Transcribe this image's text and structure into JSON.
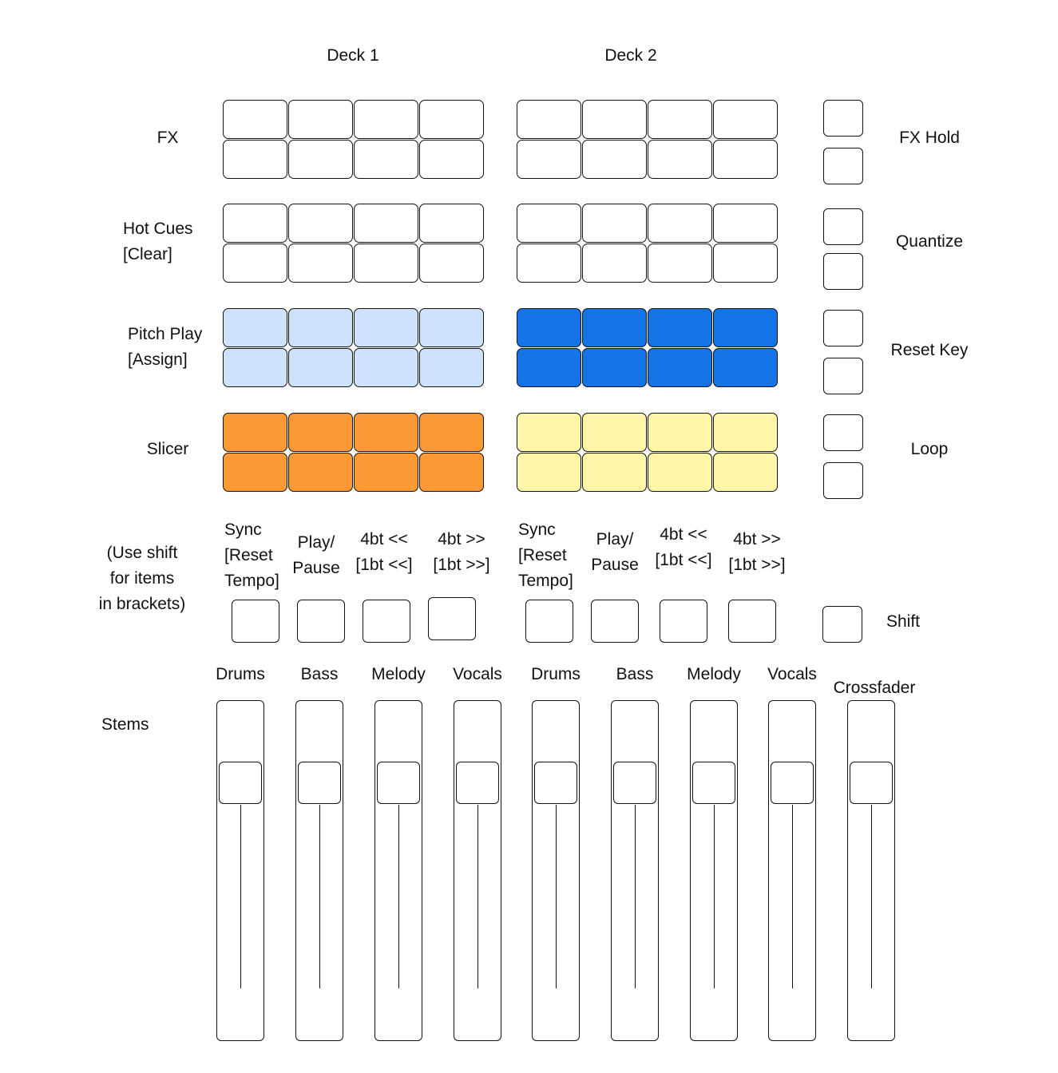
{
  "decks": [
    "Deck 1",
    "Deck 2"
  ],
  "rows": [
    {
      "label": "FX",
      "right_label": "FX Hold",
      "deck1_color": "#ffffff",
      "deck2_color": "#ffffff"
    },
    {
      "label": "Hot Cues\n[Clear]",
      "right_label": "Quantize",
      "deck1_color": "#ffffff",
      "deck2_color": "#ffffff"
    },
    {
      "label": "Pitch Play\n[Assign]",
      "right_label": "Reset Key",
      "deck1_color": "#cfe2fb",
      "deck2_color": "#1473e6"
    },
    {
      "label": "Slicer",
      "right_label": "Loop",
      "deck1_color": "#fb9a35",
      "deck2_color": "#fff6a8"
    }
  ],
  "transport": {
    "note": "(Use shift\nfor items\nin brackets)",
    "deck1": [
      "Sync\n[Reset\nTempo]",
      "Play/\nPause",
      "4bt <<\n[1bt <<]",
      "4bt >>\n[1bt >>]"
    ],
    "deck2": [
      "Sync\n[Reset\nTempo]",
      "Play/\nPause",
      "4bt <<\n[1bt <<]",
      "4bt >>\n[1bt >>]"
    ],
    "shift_label": "Shift"
  },
  "stems": {
    "label": "Stems",
    "faders": [
      "Drums",
      "Bass",
      "Melody",
      "Vocals",
      "Drums",
      "Bass",
      "Melody",
      "Vocals"
    ],
    "crossfader": "Crossfader"
  }
}
